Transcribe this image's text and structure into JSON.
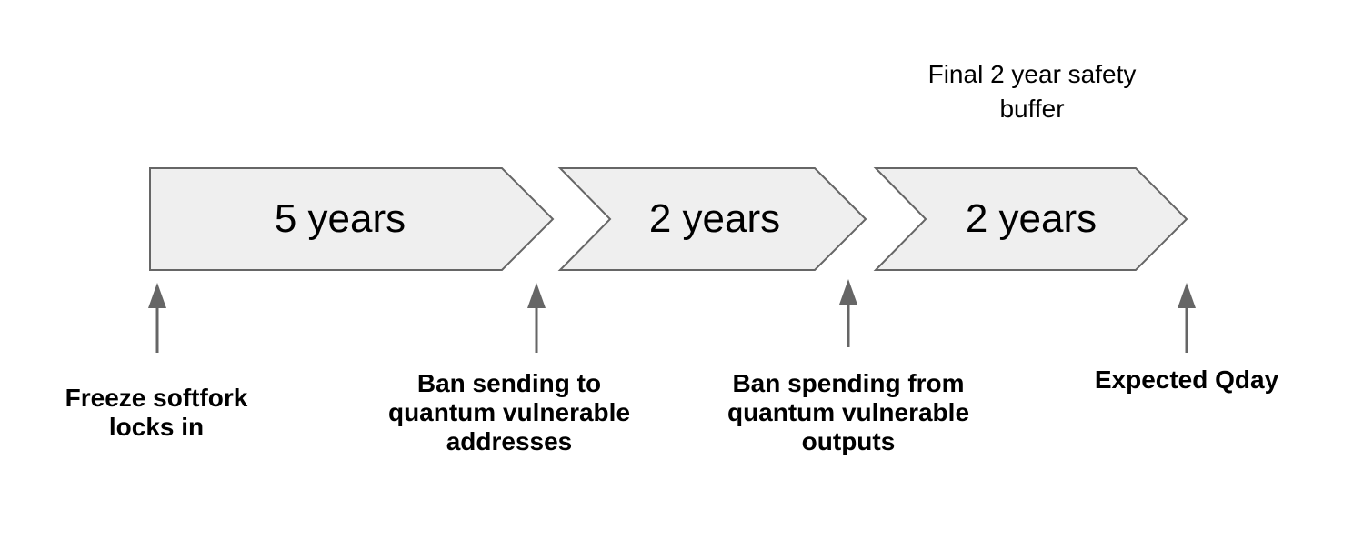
{
  "diagram": {
    "phases": [
      {
        "duration": "5 years"
      },
      {
        "duration": "2 years"
      },
      {
        "duration": "2 years"
      }
    ],
    "annotation": "Final 2 year safety buffer",
    "events": [
      {
        "label": "Freeze softfork locks in"
      },
      {
        "label": "Ban sending to quantum vulnerable addresses"
      },
      {
        "label": "Ban spending from quantum vulnerable outputs"
      },
      {
        "label": "Expected Qday"
      }
    ],
    "colors": {
      "chevron_fill": "#efefef",
      "chevron_stroke": "#666666",
      "arrow": "#666666",
      "text": "#000000",
      "background": "#ffffff"
    }
  }
}
